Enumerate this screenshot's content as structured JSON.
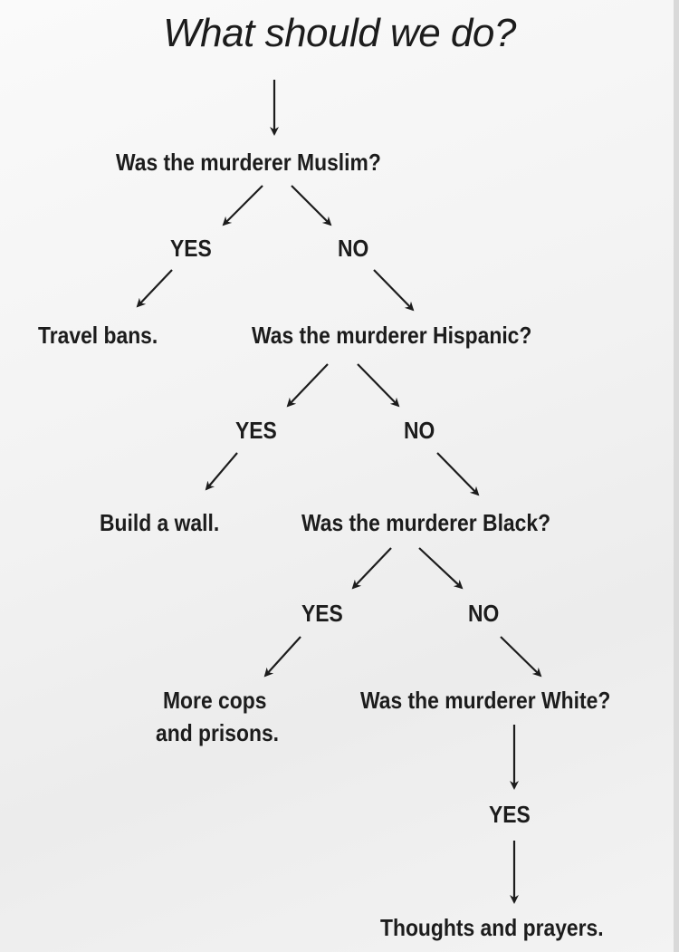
{
  "title": "What should we do?",
  "nodes": {
    "q_muslim": "Was the murderer Muslim?",
    "yes_1": "YES",
    "no_1": "NO",
    "travel_bans": "Travel bans.",
    "q_hispanic": "Was the murderer Hispanic?",
    "yes_2": "YES",
    "no_2": "NO",
    "build_wall": "Build a wall.",
    "q_black": "Was the murderer Black?",
    "yes_3": "YES",
    "no_3": "NO",
    "more_cops_line1": "More cops",
    "more_cops_line2": "and prisons.",
    "q_white": "Was the murderer White?",
    "yes_4": "YES",
    "thoughts": "Thoughts and prayers."
  }
}
